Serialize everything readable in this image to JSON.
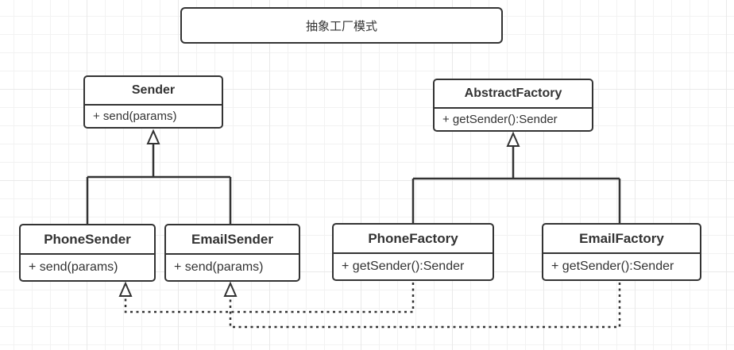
{
  "title_box": {
    "label": "抽象工厂模式"
  },
  "classes": {
    "sender": {
      "name": "Sender",
      "member": "+ send(params)"
    },
    "abstract_factory": {
      "name": "AbstractFactory",
      "member": "+ getSender():Sender"
    },
    "phone_sender": {
      "name": "PhoneSender",
      "member": "+ send(params)"
    },
    "email_sender": {
      "name": "EmailSender",
      "member": "+ send(params)"
    },
    "phone_factory": {
      "name": "PhoneFactory",
      "member": "+ getSender():Sender"
    },
    "email_factory": {
      "name": "EmailFactory",
      "member": "+ getSender():Sender"
    }
  },
  "relations": [
    {
      "type": "inheritance-solid-hollow-triangle",
      "from": "PhoneSender",
      "to": "Sender"
    },
    {
      "type": "inheritance-solid-hollow-triangle",
      "from": "EmailSender",
      "to": "Sender"
    },
    {
      "type": "inheritance-solid-hollow-triangle",
      "from": "PhoneFactory",
      "to": "AbstractFactory"
    },
    {
      "type": "inheritance-solid-hollow-triangle",
      "from": "EmailFactory",
      "to": "AbstractFactory"
    },
    {
      "type": "dependency-dotted-hollow-triangle",
      "from": "PhoneFactory",
      "to": "PhoneSender"
    },
    {
      "type": "dependency-dotted-hollow-triangle",
      "from": "EmailFactory",
      "to": "EmailSender"
    }
  ],
  "colors": {
    "stroke": "#333333",
    "text": "#333333",
    "shape_fill": "#ffffff",
    "grid_line": "#f2f2f2",
    "background": "#ffffff"
  }
}
